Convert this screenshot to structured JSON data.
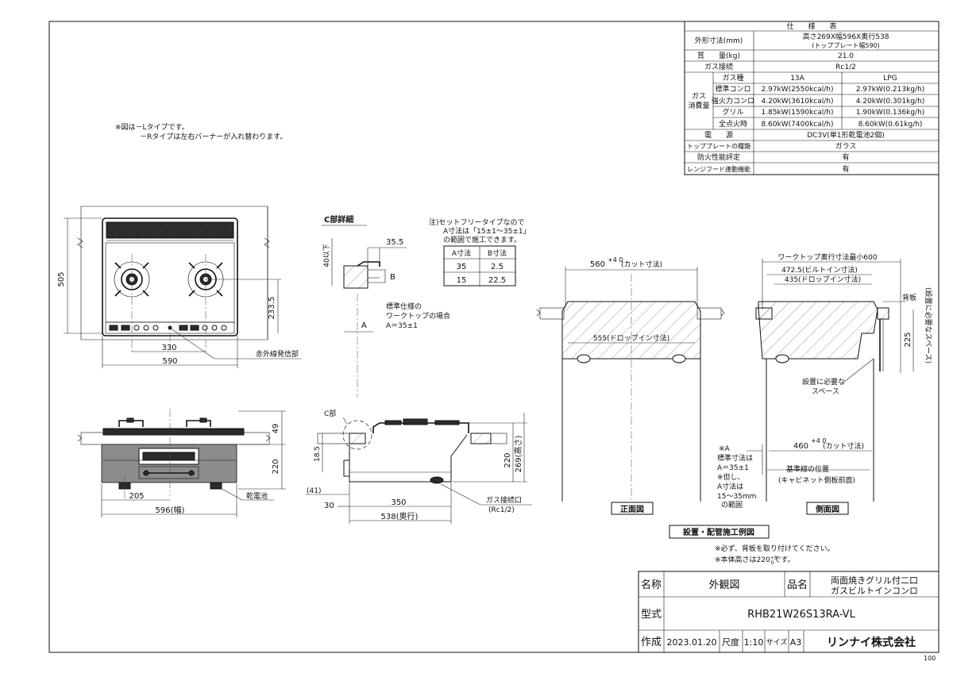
{
  "spec": {
    "title": "仕　　様　　表",
    "rows": [
      {
        "label": "外形寸法(mm)",
        "value": "高さ269X幅596X奥行538",
        "value2": "(トッププレート幅590)"
      },
      {
        "label": "質　　量(kg)",
        "value": "21.0"
      },
      {
        "label": "ガス接続",
        "value": "Rc1/2"
      }
    ],
    "gas_header": {
      "type": "ガス種",
      "c1": "13A",
      "c2": "LPG"
    },
    "group_label1": "ガス",
    "group_label2": "消費量",
    "gas_rows": [
      {
        "label": "標準コンロ",
        "c1": "2.97kW(2550kcal/h)",
        "c2": "2.97kW(0.213kg/h)"
      },
      {
        "label": "強火力コンロ",
        "c1": "4.20kW(3610kcal/h)",
        "c2": "4.20kW(0.301kg/h)"
      },
      {
        "label": "グリル",
        "c1": "1.85kW(1590kcal/h)",
        "c2": "1.90kW(0.136kg/h)"
      },
      {
        "label": "全点火時",
        "c1": "8.60kW(7400kcal/h)",
        "c2": "8.60kW(0.61kg/h)"
      }
    ],
    "bottom_rows": [
      {
        "label": "電　　源",
        "value": "DC3V(単1形乾電池2個)"
      },
      {
        "label": "トッププレートの種類",
        "value": "ガラス"
      },
      {
        "label": "防火性能評定",
        "value": "有"
      },
      {
        "label": "レンジフード連動機能",
        "value": "有"
      }
    ]
  },
  "notes": {
    "line1": "※図は－Lタイプです。",
    "line2": "－Rタイプは左右バーナーが入れ替わります。"
  },
  "top_view": {
    "dim_505": "505",
    "dim_233": "233.5",
    "dim_330": "330",
    "dim_590": "590",
    "ir_label": "赤外線発信部"
  },
  "front_view": {
    "dim_49": "49",
    "dim_220": "220",
    "dim_205": "205",
    "dim_596": "596(幅)",
    "battery": "乾電池"
  },
  "c_detail": {
    "title": "C部詳細",
    "dim_35_5": "35.5",
    "dim_40": "40以下",
    "label_b": "B",
    "label_a": "A",
    "std1": "標準仕様の",
    "std2": "ワークトップの場合",
    "std3": "A＝35±1"
  },
  "note_table": {
    "l1": "注)セットフリータイプなので",
    "l2": "A寸法は「15±1～35±1」",
    "l3": "の範囲で施工できます。",
    "headers": [
      "A寸法",
      "B寸法"
    ],
    "rows": [
      [
        "35",
        "2.5"
      ],
      [
        "15",
        "22.5"
      ]
    ]
  },
  "side_view": {
    "c_label": "C部",
    "dim_18_5": "18.5",
    "dim_41": "(41)",
    "dim_30": "30",
    "dim_350": "350",
    "dim_538": "538(奥行)",
    "dim_220": "220",
    "dim_269": "269(高さ)",
    "gas1": "ガス接続口",
    "gas2": "(Rc1/2)"
  },
  "install_front": {
    "cut": "560",
    "cut_tol": "+4 0",
    "cut_label": "(カット寸法)",
    "drop": "555(ドロップイン寸法)",
    "label": "正面図"
  },
  "install_side": {
    "worktop": "ワークトップ奥行寸法最小600",
    "builtin": "472.5(ビルトイン寸法)",
    "dropin": "435(ドロップイン寸法)",
    "backboard": "背板",
    "dim_225": "225",
    "space_v": "(設置に必要なスペース)",
    "space1": "設置に必要な",
    "space2": "スペース",
    "cut": "460",
    "cut_tol": "+4 0",
    "cut_label": "(カット寸法)",
    "a_mark": "※A",
    "a1": "標準寸法は",
    "a2": "A＝35±1",
    "a3": "※但し、",
    "a4": "A寸法は",
    "a5": "15～35mm",
    "a6": "の範囲",
    "ref1": "基準線の位置",
    "ref2": "(キャビネット側板前面)",
    "label": "側面図"
  },
  "install_title": "設置・配管施工例図",
  "install_notes": {
    "n1": "※必ず、背板を取り付けてください。",
    "n2": "※本体高さは220",
    "n2b": "です。"
  },
  "title_block": {
    "name_label": "名称",
    "name_value": "外観図",
    "product_label": "品名",
    "product1": "両面焼きグリル付二口",
    "product2": "ガスビルトインコンロ",
    "model_label": "型式",
    "model_value": "RHB21W26S13RA-VL",
    "made_label": "作成",
    "date": "2023.01.20",
    "scale_label": "尺度",
    "scale": "1:10",
    "size_label": "サイズ",
    "size": "A3",
    "company": "リンナイ株式会社",
    "page": "100"
  }
}
